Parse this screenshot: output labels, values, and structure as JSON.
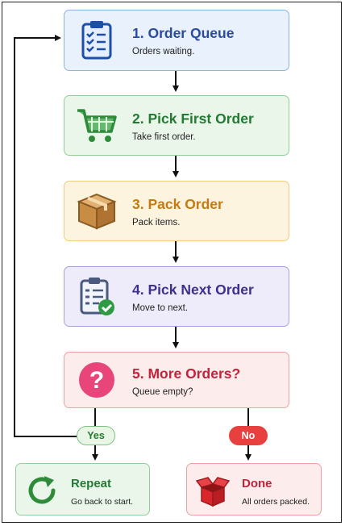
{
  "steps": [
    {
      "title": "1. Order Queue",
      "desc": "Orders waiting.",
      "icon": "clipboard-checklist-icon",
      "color": "#2b4ba1"
    },
    {
      "title": "2. Pick First Order",
      "desc": "Take first order.",
      "icon": "shopping-cart-icon",
      "color": "#237a32"
    },
    {
      "title": "3. Pack Order",
      "desc": "Pack items.",
      "icon": "cardboard-box-icon",
      "color": "#c67a10"
    },
    {
      "title": "4. Pick Next Order",
      "desc": "Move to next.",
      "icon": "checklist-check-icon",
      "color": "#3f2f8f"
    },
    {
      "title": "5. More Orders?",
      "desc": "Queue empty?",
      "icon": "question-mark-icon",
      "color": "#c4223a"
    }
  ],
  "branches": {
    "yes_label": "Yes",
    "no_label": "No"
  },
  "outcomes": {
    "repeat": {
      "title": "Repeat",
      "desc": "Go back to start.",
      "icon": "refresh-arrow-icon",
      "color": "#237a32"
    },
    "done": {
      "title": "Done",
      "desc": "All orders packed.",
      "icon": "open-red-box-icon",
      "color": "#c4223a"
    }
  }
}
